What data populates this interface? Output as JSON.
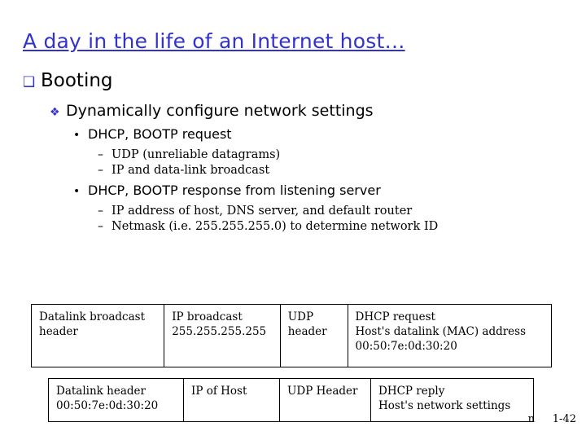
{
  "slide": {
    "title": "A day in the life of an Internet host…",
    "title_color": "#3333cc",
    "bullets": {
      "l1_booting": "Booting",
      "l1_bullet_glyph": "❑",
      "l2_dynamic": "Dynamically configure network settings",
      "l2_bullet_glyph": "❖",
      "l3_request": "DHCP, BOOTP request",
      "l3_response": "DHCP, BOOTP response from listening server",
      "l3_bullet_glyph": "•",
      "l4_bullet_glyph": "–",
      "l4_udp": "UDP (unreliable datagrams)",
      "l4_iplink": "IP and data-link broadcast",
      "l4_ipaddr": "IP address of host, DNS server, and default router",
      "l4_netmask": "Netmask (i.e. 255.255.255.0) to determine network ID"
    }
  },
  "diagram": {
    "row1": [
      {
        "line1": "Datalink broadcast",
        "line2": "header"
      },
      {
        "line1": "IP broadcast",
        "line2": "255.255.255.255"
      },
      {
        "line1": "UDP",
        "line2": "header"
      },
      {
        "line1": "DHCP request",
        "line2": "Host's datalink (MAC) address",
        "line3": "00:50:7e:0d:30:20"
      }
    ],
    "row2": [
      {
        "line1": "Datalink header",
        "line2": "00:50:7e:0d:30:20"
      },
      {
        "line1": "IP of Host",
        "line2": ""
      },
      {
        "line1": "UDP Header",
        "line2": ""
      },
      {
        "line1": "DHCP reply",
        "line2": "Host's network settings"
      }
    ]
  },
  "footer": {
    "fragment": "n",
    "page": "1-42"
  }
}
